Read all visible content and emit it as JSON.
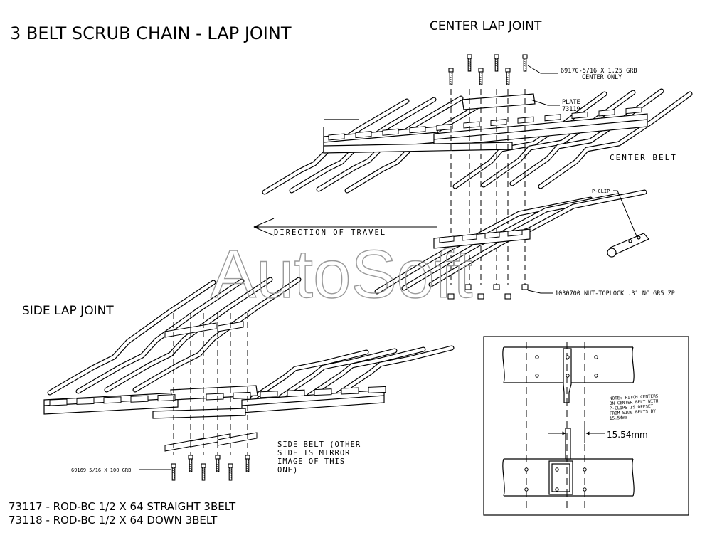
{
  "title": "3 BELT SCRUB CHAIN - LAP JOINT",
  "center_heading": "CENTER LAP JOINT",
  "side_heading": "SIDE LAP JOINT",
  "labels": {
    "bolt_center_1": "69170-5/16 X 1.25 GRB",
    "bolt_center_2": "CENTER ONLY",
    "plate_1": "PLATE",
    "plate_2": "73119",
    "center_belt": "CENTER BELT",
    "p_clip": "P-CLIP",
    "direction": "DIRECTION OF TRAVEL",
    "nut": "1030700 NUT-TOPLOCK .31 NC GR5 ZP",
    "side_belt_1": "SIDE BELT (OTHER",
    "side_belt_2": "SIDE IS MIRROR",
    "side_belt_3": "IMAGE OF THIS",
    "side_belt_4": "ONE)",
    "bolt_side": "69169 5/16 X 100 GRB",
    "note_1": "NOTE: PITCH CENTERS",
    "note_2": "ON CENTER BELT WITH",
    "note_3": "P-CLIPS IS OFFSET",
    "note_4": "FROM SIDE BELTS BY",
    "note_5": "15.54mm",
    "dimension": "15.54mm"
  },
  "parts": [
    "73117 - ROD-BC 1/2 X 64 STRAIGHT 3BELT",
    "73118 - ROD-BC 1/2 X 64 DOWN 3BELT"
  ],
  "watermark": "AutoSoft"
}
